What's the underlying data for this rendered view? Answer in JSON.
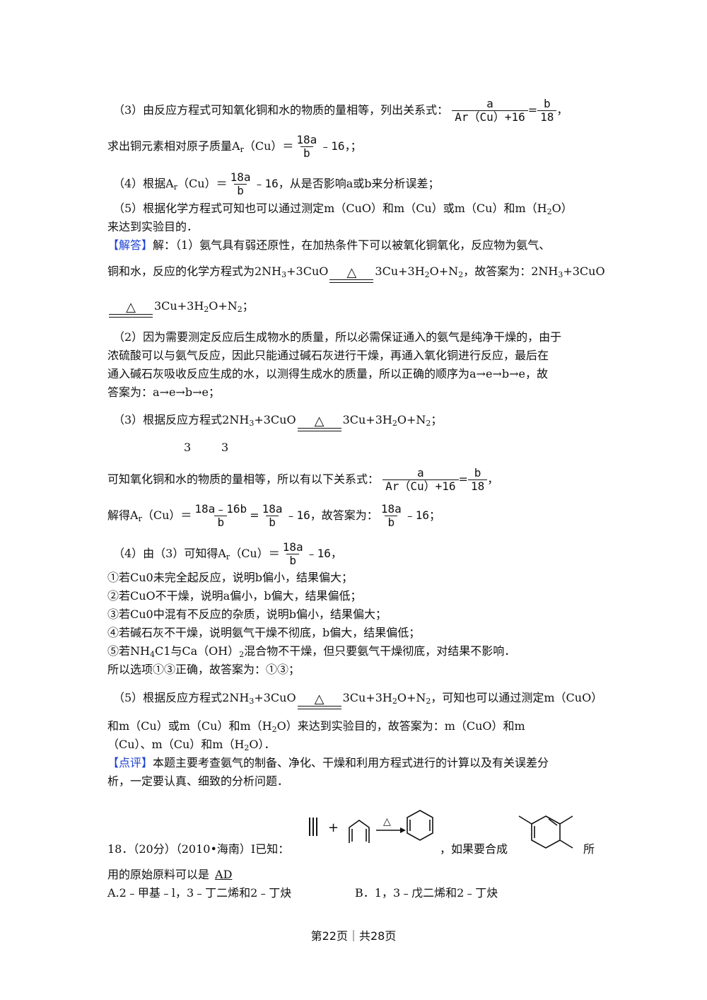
{
  "lines": {
    "l1": "（3）由反应方程式可知氧化铜和水的物质的量相等，列出关系式：",
    "l2": "求出铜元素相对原子质量A",
    "l3": "（4）根据A",
    "l3b": "，从是否影响a或b来分析误差；",
    "l4": "（5）根据化学方程式可知也可以通过测定m（CuO）和m（Cu）或m（Cu）和m（H",
    "l4b": "O）",
    "l5": "来达到实验目的．",
    "l6tag": "【解答】",
    "l6": "解：（1）氨气具有弱还原性，在加热条件下可以被氧化铜氧化，反应物为氨气、",
    "l7a": "铜和水，反应的化学方程式为2NH",
    "l7b": "+3CuO",
    "l7c": "3Cu+3H",
    "l7d": "O+N",
    "l7e": "，故答案为：2NH",
    "l7f": "+3CuO",
    "l8a": "3Cu+3H",
    "l8b": "O+N",
    "l8c": "；",
    "l9": "（2）因为需要测定反应后生成物水的质量，所以必需保证通入的氨气是纯净干燥的，由于",
    "l10": "浓硫酸可以与氨气反应，因此只能通过碱石灰进行干燥，再通入氧化铜进行反应，最后在",
    "l11": "通入碱石灰吸收反应生成的水，以测得生成水的质量，所以正确的顺序为a→e→b→e，故",
    "l12": "答案为：a→e→b→e；",
    "l13a": "（3）根据反应方程式2NH",
    "l13b": "+3CuO",
    "l13c": "3Cu+3H",
    "l13d": "O+N",
    "l13e": "；",
    "l14a": "3",
    "l14b": "3",
    "l15": "可知氧化铜和水的物质的量相等，所以有以下关系式：",
    "l16a": "解得A",
    "l16b": "，故答案为：",
    "l17a": "（4）由（3）可知得A",
    "l18": "①若Cu0未完全起反应，说明b偏小，结果偏大；",
    "l19": "②若CuO不干燥，说明a偏小，b偏大，结果偏低；",
    "l20": "③若Cu0中混有不反应的杂质，说明b偏小，结果偏大；",
    "l21": "④若碱石灰不干燥，说明氨气干燥不彻底，b偏大，结果偏低；",
    "l22a": "⑤若NH",
    "l22b": "C1与Ca（OH）",
    "l22c": "混合物不干燥，但只要氨气干燥彻底，对结果不影响．",
    "l23": "所以选项①③正确，故答案为：①③；",
    "l24a": "（5）根据反应方程式2NH",
    "l24b": "+3CuO",
    "l24c": "3Cu+3H",
    "l24d": "O+N",
    "l24e": "，可知也可以通过测定m（CuO）",
    "l25a": "和m（Cu）或m（Cu）和m（H",
    "l25b": "O）来达到实验目的，故答案为：m（CuO）和m",
    "l26a": "（Cu）、m（Cu）和m（H",
    "l26b": "O）．",
    "l27tag": "【点评】",
    "l27": "本题主要考查氨气的制备、净化、干燥和利用方程式进行的计算以及有关误差分",
    "l28": "析，一定要认真、细致的分析问题．",
    "l29a": "18．（20分）（2010•海南）I已知：",
    "l29b": "，如果要合成",
    "l29c": "所",
    "l30a": "用的原始原料可以是",
    "l30ans": "AD",
    "l31a": "A.2﹣甲基﹣l，3﹣丁二烯和2﹣丁炔",
    "l31b": "B．1，3﹣戊二烯和2﹣丁炔"
  },
  "math": {
    "ar": "r",
    "cu": "（Cu）＝",
    "a": "a",
    "b": "b",
    "den1": "Ar（Cu）+16",
    "eq": "=",
    "b18den": "18",
    "comma": "，",
    "num18a": "18a",
    "minus16": "﹣16，；",
    "minus16b": "﹣16",
    "num18a16b": "18a﹣16b",
    "minus16c": "﹣16，",
    "minus16d": "﹣16；",
    "sub3": "3",
    "sub2": "2",
    "sub4": "4",
    "heat": "△"
  },
  "footer": "第22页｜共28页"
}
